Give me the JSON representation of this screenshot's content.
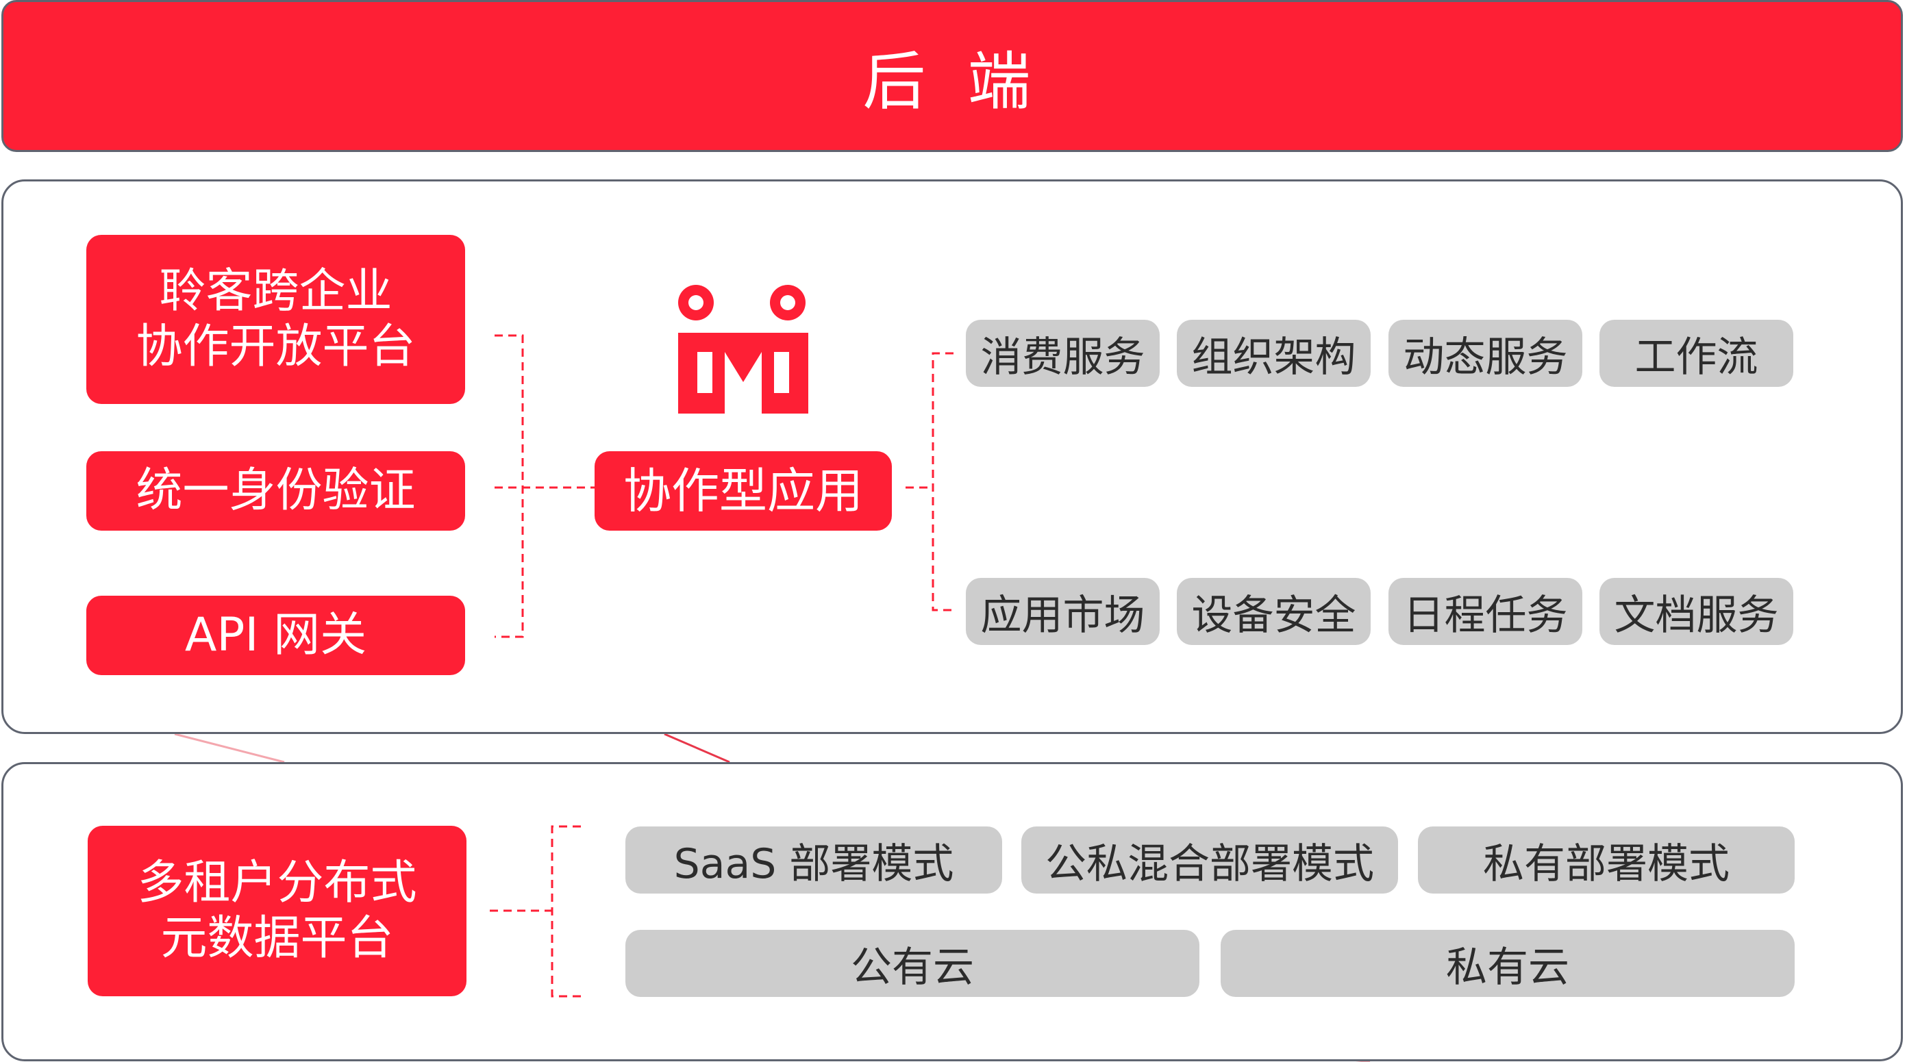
{
  "header": {
    "title": "后 端"
  },
  "platform": {
    "left_items": [
      {
        "lines": [
          "聆客跨企业",
          "协作开放平台"
        ]
      },
      {
        "lines": [
          "统一身份验证"
        ]
      },
      {
        "lines": [
          "API 网关"
        ]
      }
    ],
    "center": {
      "label": "协作型应用",
      "logo_icon": "logo-mark-icon"
    },
    "services_row1": [
      "消费服务",
      "组织架构",
      "动态服务",
      "工作流"
    ],
    "services_row2": [
      "应用市场",
      "设备安全",
      "日程任务",
      "文档服务"
    ]
  },
  "infrastructure": {
    "left_item": {
      "lines": [
        "多租户分布式",
        "元数据平台"
      ]
    },
    "deploy_modes": [
      "SaaS 部署模式",
      "公私混合部署模式",
      "私有部署模式"
    ],
    "clouds": [
      "公有云",
      "私有云"
    ]
  },
  "colors": {
    "accent": "#fe1f35",
    "pill": "#cdcdcd",
    "border": "#5f6470",
    "pill_text": "#2c2c2c"
  }
}
